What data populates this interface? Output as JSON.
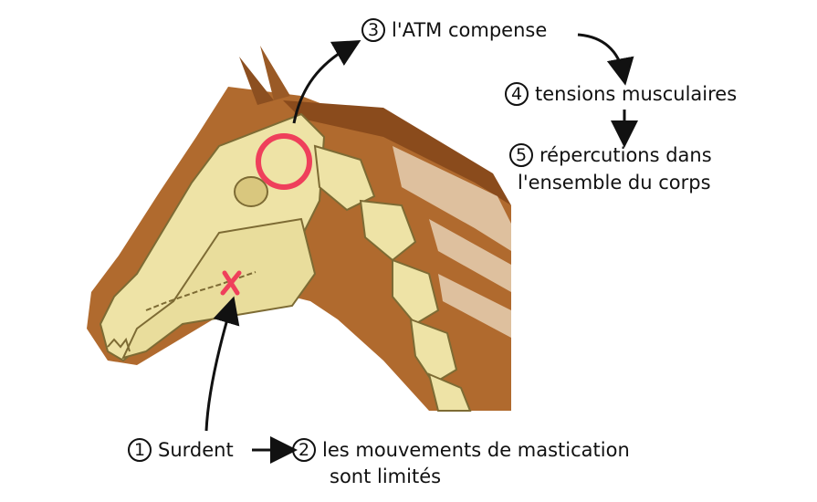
{
  "steps": [
    {
      "number": "1",
      "text": "Surdent"
    },
    {
      "number": "2",
      "text": "les mouvements de mastication",
      "text2": "sont limités"
    },
    {
      "number": "3",
      "text": "l'ATM compense"
    },
    {
      "number": "4",
      "text": "tensions musculaires"
    },
    {
      "number": "5",
      "text": "répercutions dans",
      "text2": "l'ensemble du corps"
    }
  ],
  "colors": {
    "marker": "#ef3f5b",
    "bone": "#eee3a6",
    "flesh": "#b06a2e",
    "mane": "#9a5a26",
    "text": "#111111"
  },
  "icons": [
    "tmj-circle-marker",
    "tooth-cross-marker",
    "arrow-icon"
  ]
}
